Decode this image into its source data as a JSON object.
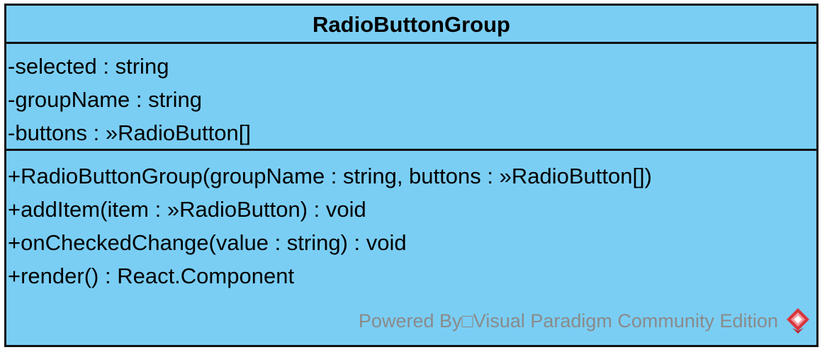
{
  "class": {
    "name": "RadioButtonGroup",
    "attributes": [
      "-selected : string",
      "-groupName : string",
      "-buttons : »RadioButton[]"
    ],
    "operations": [
      "+RadioButtonGroup(groupName : string, buttons : »RadioButton[])",
      "+addItem(item : »RadioButton) : void",
      "+onCheckedChange(value : string) : void",
      "+render() : React.Component"
    ]
  },
  "watermark": {
    "text": "Powered By□Visual Paradigm Community Edition",
    "logo_icon": "visual-paradigm-logo-icon"
  },
  "colors": {
    "class_fill": "#7acef4",
    "border": "#111111",
    "watermark_text": "#8a8a8a",
    "logo_red": "#d9363e"
  }
}
